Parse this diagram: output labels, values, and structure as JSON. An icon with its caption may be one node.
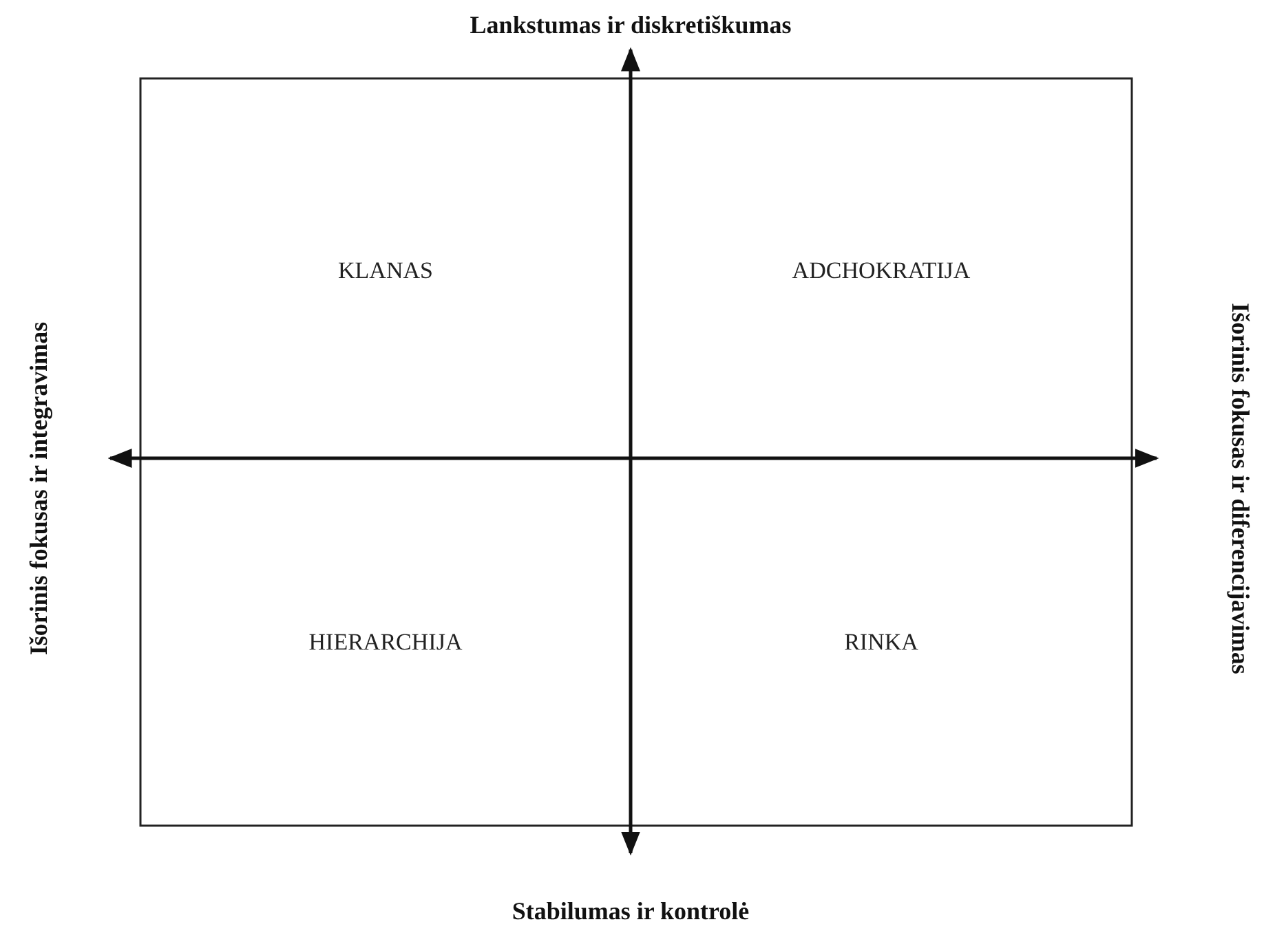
{
  "diagram": {
    "labels": [
      "Lankstumas ir diskretiškumas",
      "Išorinis fokusas ir integravimas",
      "KLANAS",
      "ADCHOKRATIJA",
      "Išorinis fokusas ir diferencijavimas",
      "HIERARCHIJA",
      "RINKA",
      "Stabilumas ir kontrolė"
    ]
  }
}
